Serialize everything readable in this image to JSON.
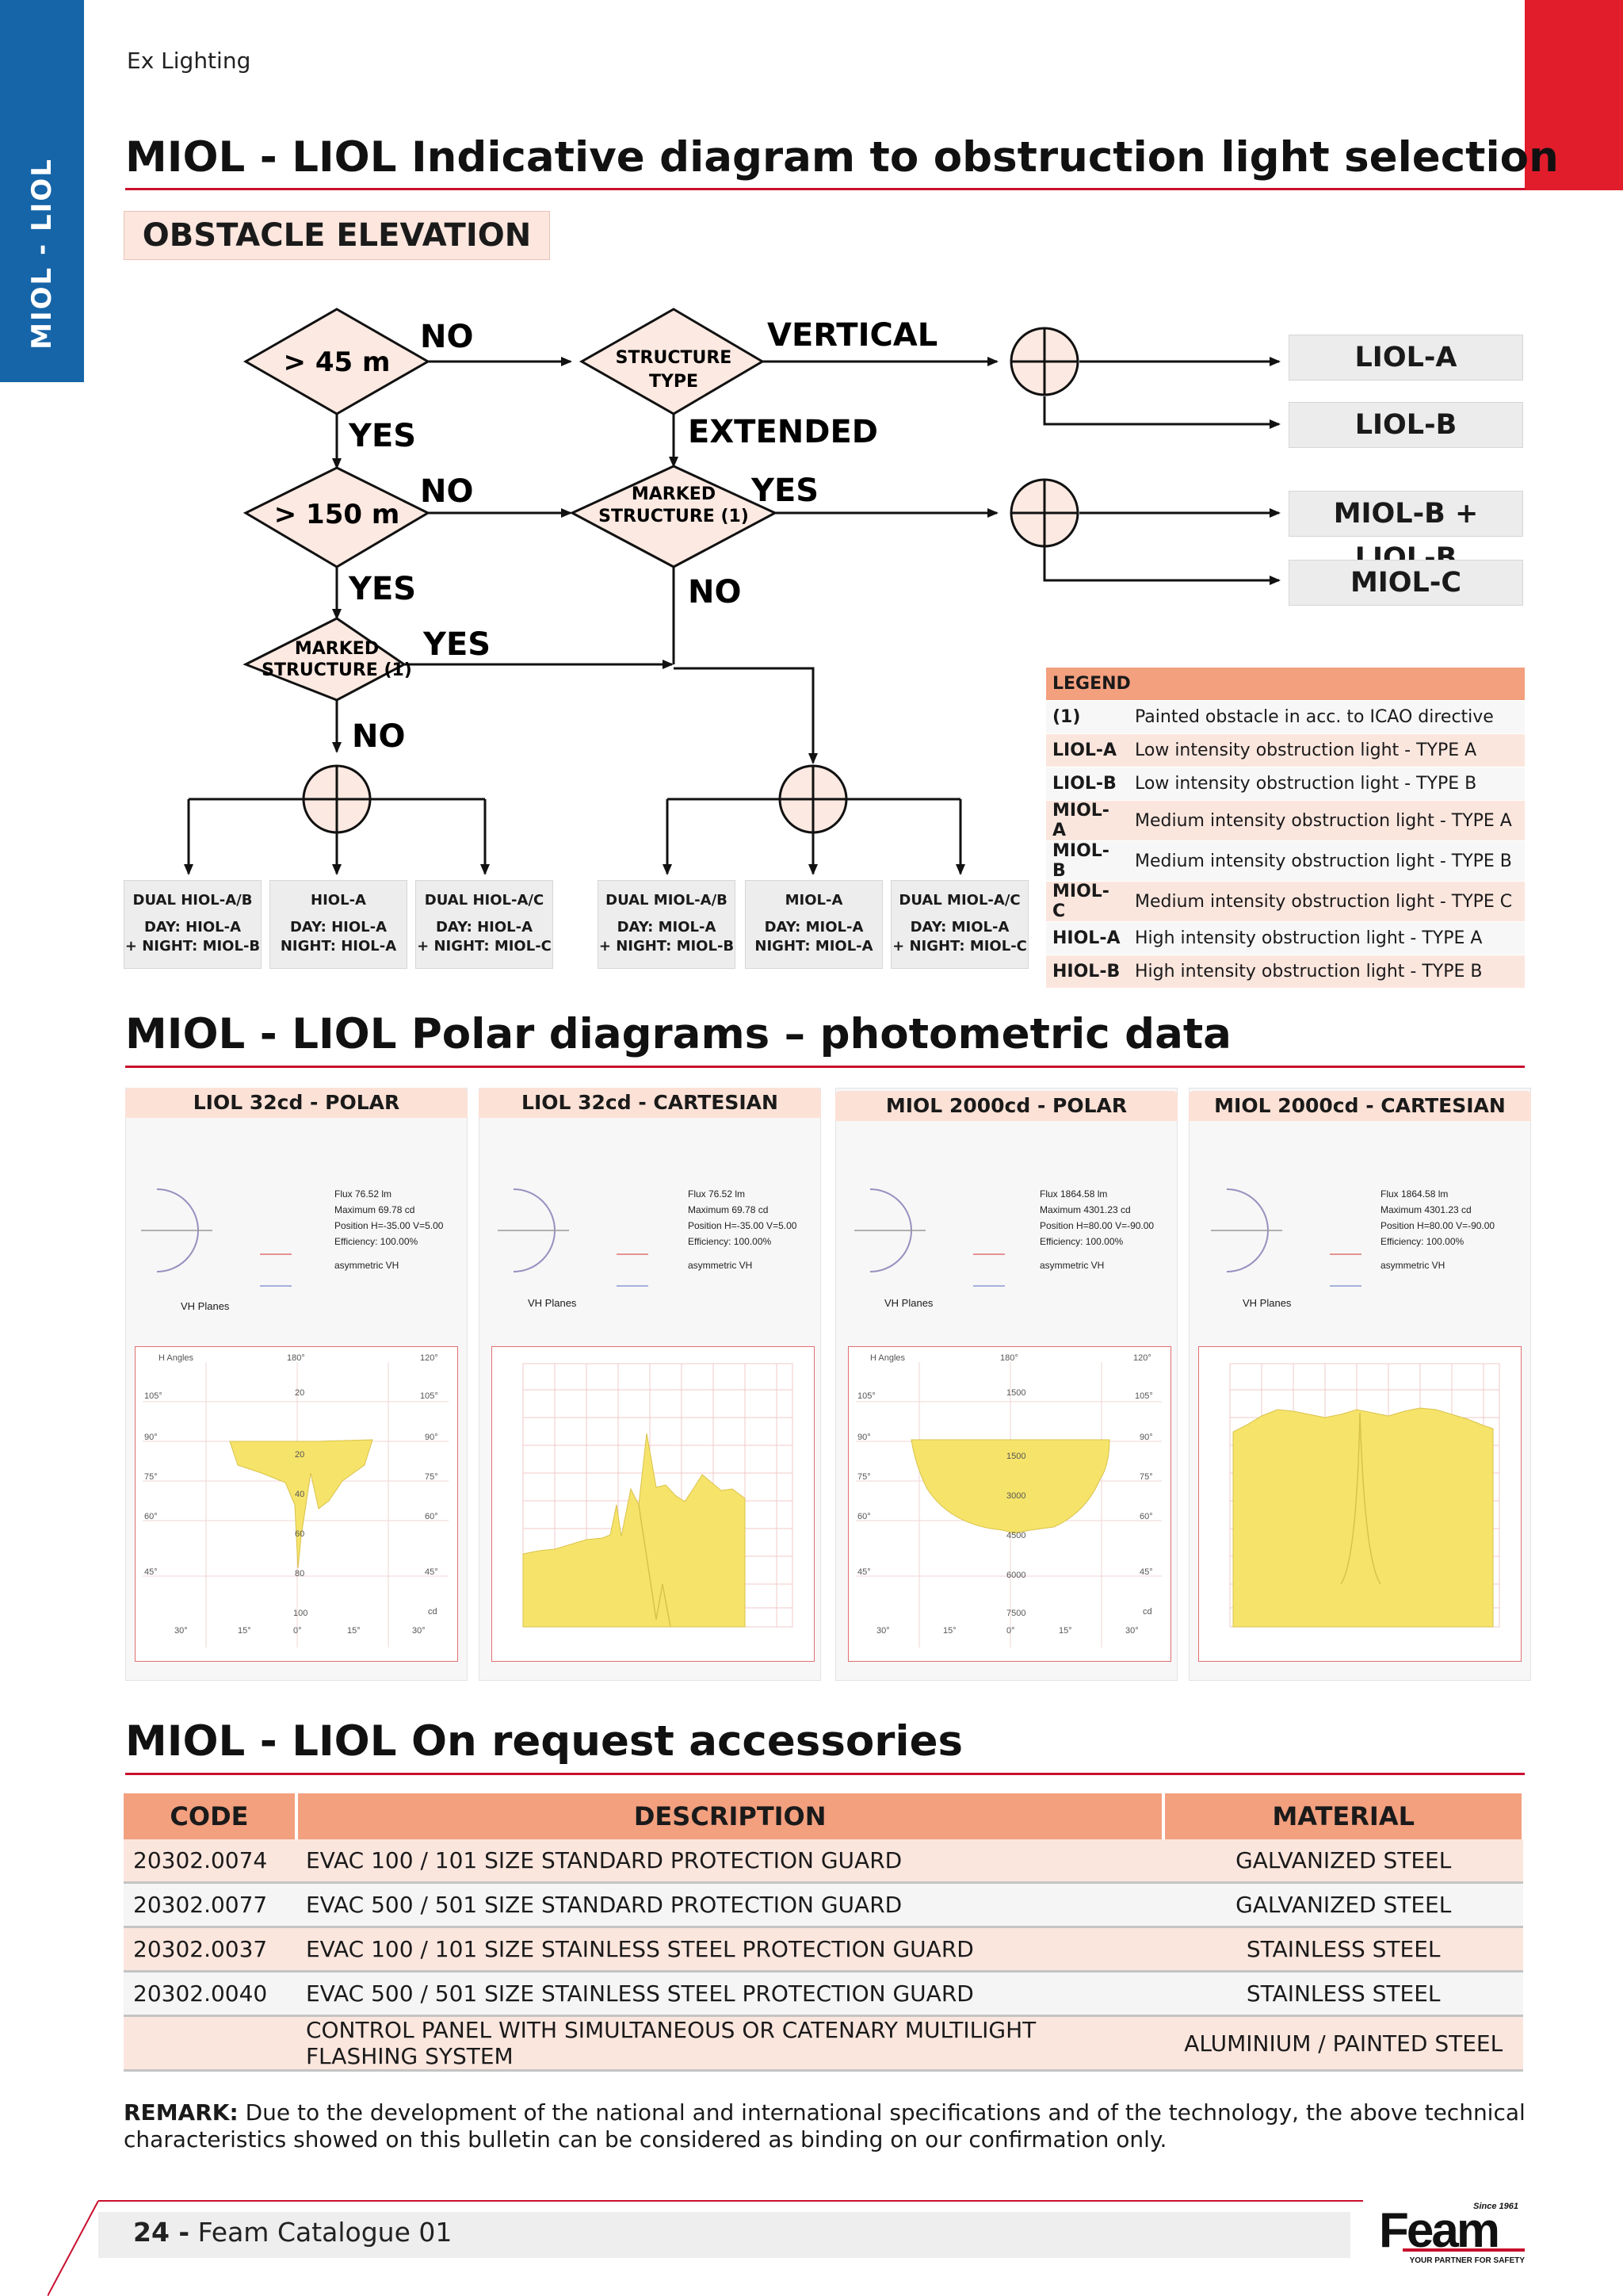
{
  "side_tab": "MIOL - LIOL",
  "header": "Ex Lighting",
  "titles": {
    "diagram": "MIOL - LIOL Indicative diagram to obstruction light selection",
    "polar": "MIOL - LIOL Polar diagrams – photometric data",
    "accessories": "MIOL - LIOL On request accessories"
  },
  "flowchart": {
    "start": "OBSTACLE ELEVATION",
    "d1": "> 45 m",
    "d2": "> 150 m",
    "d3": [
      "MARKED",
      "STRUCTURE (1)"
    ],
    "d4": [
      "STRUCTURE",
      "TYPE"
    ],
    "d5": [
      "MARKED",
      "STRUCTURE (1)"
    ],
    "no": "NO",
    "yes": "YES",
    "vertical": "VERTICAL",
    "extended": "EXTENDED",
    "outputs": [
      "LIOL-A",
      "LIOL-B",
      "MIOL-B + LIOL-B",
      "MIOL-C"
    ],
    "results": [
      {
        "title": "DUAL HIOL-A/B",
        "line1": "DAY: HIOL-A",
        "line2": "+ NIGHT: MIOL-B"
      },
      {
        "title": "HIOL-A",
        "line1": "DAY: HIOL-A",
        "line2": "NIGHT: HIOL-A"
      },
      {
        "title": "DUAL HIOL-A/C",
        "line1": "DAY: HIOL-A",
        "line2": "+ NIGHT: MIOL-C"
      },
      {
        "title": "DUAL MIOL-A/B",
        "line1": "DAY: MIOL-A",
        "line2": "+ NIGHT: MIOL-B"
      },
      {
        "title": "MIOL-A",
        "line1": "DAY: MIOL-A",
        "line2": "NIGHT: MIOL-A"
      },
      {
        "title": "DUAL MIOL-A/C",
        "line1": "DAY: MIOL-A",
        "line2": "+ NIGHT: MIOL-C"
      }
    ]
  },
  "legend": {
    "title": "LEGEND",
    "rows": [
      {
        "key": "(1)",
        "desc": "Painted obstacle in acc. to ICAO directive"
      },
      {
        "key": "LIOL-A",
        "desc": "Low intensity obstruction light - TYPE A"
      },
      {
        "key": "LIOL-B",
        "desc": "Low intensity obstruction light  - TYPE B"
      },
      {
        "key": "MIOL-A",
        "desc": "Medium intensity obstruction light  - TYPE A"
      },
      {
        "key": "MIOL-B",
        "desc": "Medium intensity obstruction light  - TYPE B"
      },
      {
        "key": "MIOL-C",
        "desc": "Medium intensity obstruction light  - TYPE C"
      },
      {
        "key": "HIOL-A",
        "desc": "High intensity obstruction light  - TYPE A"
      },
      {
        "key": "HIOL-B",
        "desc": "High intensity obstruction light  - TYPE B"
      }
    ]
  },
  "polar": {
    "heads": [
      "LIOL 32cd - POLAR",
      "LIOL 32cd - CARTESIAN",
      "MIOL 2000cd - POLAR",
      "MIOL 2000cd - CARTESIAN"
    ],
    "info": [
      [
        "Flux 76.52 lm",
        "Maximum 69.78 cd",
        "Position H=-35.00 V=5.00",
        "Efficiency: 100.00%",
        "asymmetric VH"
      ],
      [
        "Flux 76.52 lm",
        "Maximum 69.78 cd",
        "Position H=-35.00 V=5.00",
        "Efficiency: 100.00%",
        "asymmetric VH"
      ],
      [
        "Flux 1864.58 lm",
        "Maximum 4301.23 cd",
        "Position H=80.00 V=-90.00",
        "Efficiency: 100.00%",
        "asymmetric VH"
      ],
      [
        "Flux 1864.58 lm",
        "Maximum 4301.23 cd",
        "Position H=80.00 V=-90.00",
        "Efficiency: 100.00%",
        "asymmetric VH"
      ]
    ],
    "vh_planes": "VH Planes",
    "h_angles": "H Angles",
    "polar1_labels": [
      "180°",
      "120°",
      "20",
      "20",
      "40",
      "60",
      "80",
      "100",
      "cd",
      "105°",
      "90°",
      "75°",
      "60°",
      "45°",
      "30°",
      "15°",
      "0°",
      "15°",
      "30°"
    ],
    "polar2_labels": [
      "180°",
      "120°",
      "1500",
      "1500",
      "3000",
      "4500",
      "6000",
      "7500",
      "cd",
      "105°",
      "90°",
      "75°",
      "60°",
      "45°",
      "30°",
      "15°",
      "0°",
      "15°",
      "30°"
    ]
  },
  "accessories": {
    "headers": [
      "CODE",
      "DESCRIPTION",
      "MATERIAL"
    ],
    "rows": [
      [
        "20302.0074",
        "EVAC 100 / 101 SIZE STANDARD PROTECTION GUARD",
        "GALVANIZED STEEL"
      ],
      [
        "20302.0077",
        "EVAC 500 / 501 SIZE STANDARD PROTECTION GUARD",
        "GALVANIZED STEEL"
      ],
      [
        "20302.0037",
        "EVAC 100 / 101 SIZE STAINLESS STEEL PROTECTION GUARD",
        "STAINLESS STEEL"
      ],
      [
        "20302.0040",
        "EVAC 500 / 501 SIZE STAINLESS STEEL PROTECTION GUARD",
        "STAINLESS STEEL"
      ],
      [
        "",
        "CONTROL PANEL WITH SIMULTANEOUS OR CATENARY MULTILIGHT FLASHING SYSTEM",
        "ALUMINIUM / PAINTED STEEL"
      ]
    ]
  },
  "remark": {
    "label": "REMARK:",
    "text": " Due to the development of the national and international specifications and of the technology, the above technical characteristics showed on this bulletin can be considered as binding on our confirmation only."
  },
  "footer": {
    "page": "24 -",
    "catalogue": "Feam Catalogue 01"
  },
  "logo": {
    "name": "Feam",
    "since": "Since 1961",
    "tagline": "YOUR PARTNER FOR SAFETY"
  },
  "colors": {
    "accent_red": "#c8102e",
    "side_blue": "#1565a8",
    "salmon": "#f3a07f",
    "light_salmon": "#fbe6de",
    "chart_fill": "#f6e46a"
  }
}
